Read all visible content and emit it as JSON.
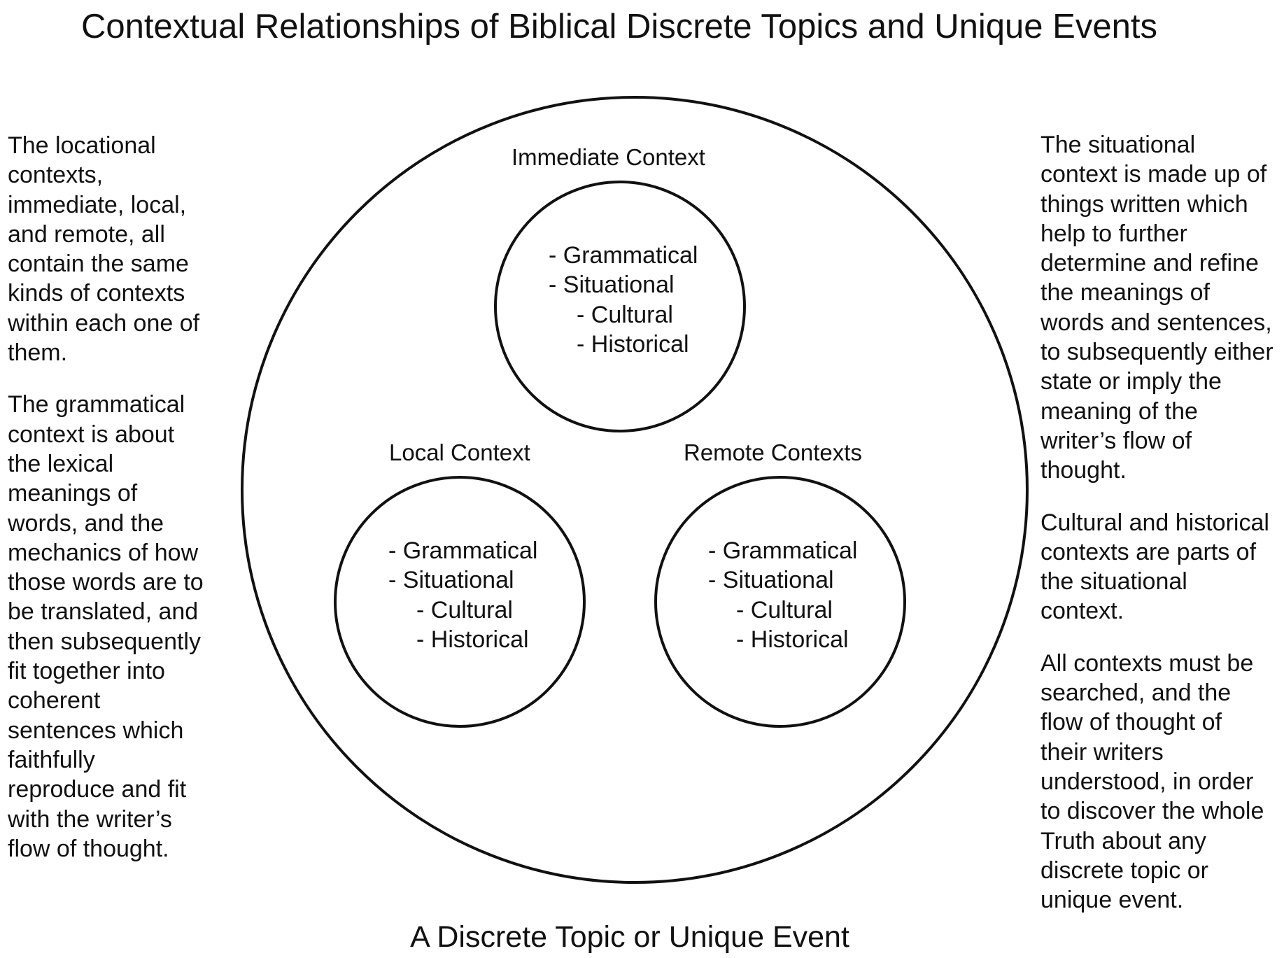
{
  "title": "Contextual Relationships of Biblical Discrete Topics and Unique Events",
  "left_column": {
    "paragraph_1": "The locational\ncontexts,\nimmediate, local,\nand remote, all\ncontain the same\nkinds of contexts\nwithin each one of\nthem.",
    "paragraph_2": "The grammatical\ncontext is about\nthe lexical\nmeanings of\nwords, and the\nmechanics of how\nthose words are to\nbe translated, and\nthen subsequently\nfit together into\ncoherent\nsentences which\nfaithfully\nreproduce and fit\nwith the writer’s\nflow of thought."
  },
  "right_column": {
    "paragraph_1": "The situational\ncontext is made up of\nthings written which\nhelp to further\ndetermine and refine\nthe meanings of\nwords and sentences,\nto subsequently either\nstate or imply the\nmeaning of the\nwriter’s flow of\nthought.",
    "paragraph_2": "Cultural and historical\ncontexts are parts of\nthe situational\ncontext.",
    "paragraph_3": "All contexts must be\nsearched, and the\nflow of thought of\ntheir writers\nunderstood, in order\nto discover the whole\nTruth about any\ndiscrete topic or\nunique event."
  },
  "immediate": {
    "label": "Immediate Context",
    "item_1": "- Grammatical",
    "item_2": "- Situational",
    "item_3": "- Cultural",
    "item_4": "- Historical"
  },
  "local": {
    "label": "Local Context",
    "item_1": "- Grammatical",
    "item_2": "- Situational",
    "item_3": "- Cultural",
    "item_4": "- Historical"
  },
  "remote": {
    "label": "Remote Contexts",
    "item_1": "- Grammatical",
    "item_2": "- Situational",
    "item_3": "- Cultural",
    "item_4": "- Historical"
  },
  "caption": "A Discrete Topic or Unique Event"
}
